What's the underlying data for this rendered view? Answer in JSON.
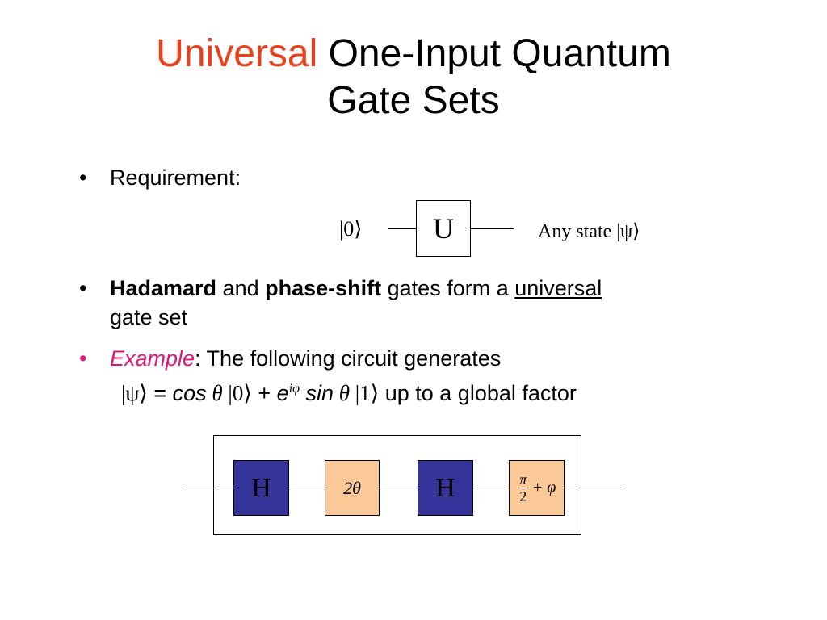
{
  "title": {
    "accent_word": "Universal",
    "line1_rest": " One-Input Quantum",
    "line2": "Gate Sets"
  },
  "bullets": {
    "marker": "•",
    "requirement": "Requirement:",
    "hadamard_1": "Hadamard",
    "hadamard_2": " and ",
    "hadamard_3": "phase-shift",
    "hadamard_4": " gates form a ",
    "hadamard_5": "universal",
    "hadamard_line2": "gate  set",
    "example_word": "Example",
    "example_rest": ": The following circuit generates",
    "formula": {
      "psi": "|ψ⟩",
      "eq": " = ",
      "cos": "cos",
      "theta": " θ ",
      "ket0": "|0⟩",
      "plus": " + ",
      "e": "e",
      "sup": "iφ",
      "sin": " sin",
      "theta2": " θ ",
      "ket1": "|1⟩",
      "tail": "  up to a global factor"
    }
  },
  "req_circuit": {
    "input": "|0⟩",
    "gate": "U",
    "output": "Any state |ψ⟩"
  },
  "circuit": {
    "gate1": "H",
    "gate2": "2θ",
    "gate3": "H",
    "gate4_num": "π",
    "gate4_den": "2",
    "gate4_rest": "+ φ"
  },
  "colors": {
    "title_accent": "#e8401c",
    "example_pink": "#e0157a",
    "hadamard_fill": "#33339a",
    "phase_fill": "#fbc898"
  }
}
